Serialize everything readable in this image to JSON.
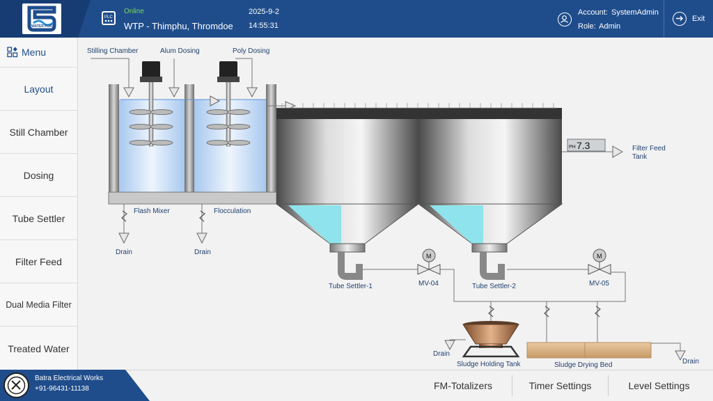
{
  "header": {
    "status": "Online",
    "site_name": "WTP - Thimphu, Thromdoe",
    "date": "2025-9-2",
    "time": "14:55:31",
    "account_label": "Account:",
    "account_value": "SystemAdmin",
    "role_label": "Role:",
    "role_value": "Admin",
    "exit_label": "Exit",
    "logo_tagline": "WATER FOR EVERYONE"
  },
  "sidebar": {
    "menu_label": "Menu",
    "items": [
      {
        "label": "Layout"
      },
      {
        "label": "Still Chamber"
      },
      {
        "label": "Dosing"
      },
      {
        "label": "Tube Settler"
      },
      {
        "label": "Filter Feed"
      },
      {
        "label": "Dual Media Filter"
      },
      {
        "label": "Treated Water"
      }
    ]
  },
  "diagram": {
    "stilling_chamber": "Stilling Chamber",
    "alum_dosing": "Alum Dosing",
    "poly_dosing": "Poly Dosing",
    "flash_mixer": "Flash Mixer",
    "flocculation": "Flocculation",
    "drain": "Drain",
    "tube_settler_1": "Tube Settler-1",
    "tube_settler_2": "Tube Settler-2",
    "mv04": "MV-04",
    "mv05": "MV-05",
    "m": "M",
    "ph_label": "PH",
    "ph_value": "7.3",
    "filter_feed_tank_line1": "Filter Feed",
    "filter_feed_tank_line2": "Tank",
    "sludge_holding_tank": "Sludge Holding Tank",
    "sludge_drying_bed": "Sludge Drying Bed"
  },
  "footer": {
    "company_name": "Batra Electrical Works",
    "company_phone": "+91-96431-11138",
    "tabs": [
      "FM-Totalizers",
      "Timer Settings",
      "Level Settings"
    ]
  },
  "colors": {
    "header_bg": "#1f4d8c",
    "online": "#7ed957",
    "water": "#cfe3f7",
    "settler_water": "#8fe3ec"
  }
}
